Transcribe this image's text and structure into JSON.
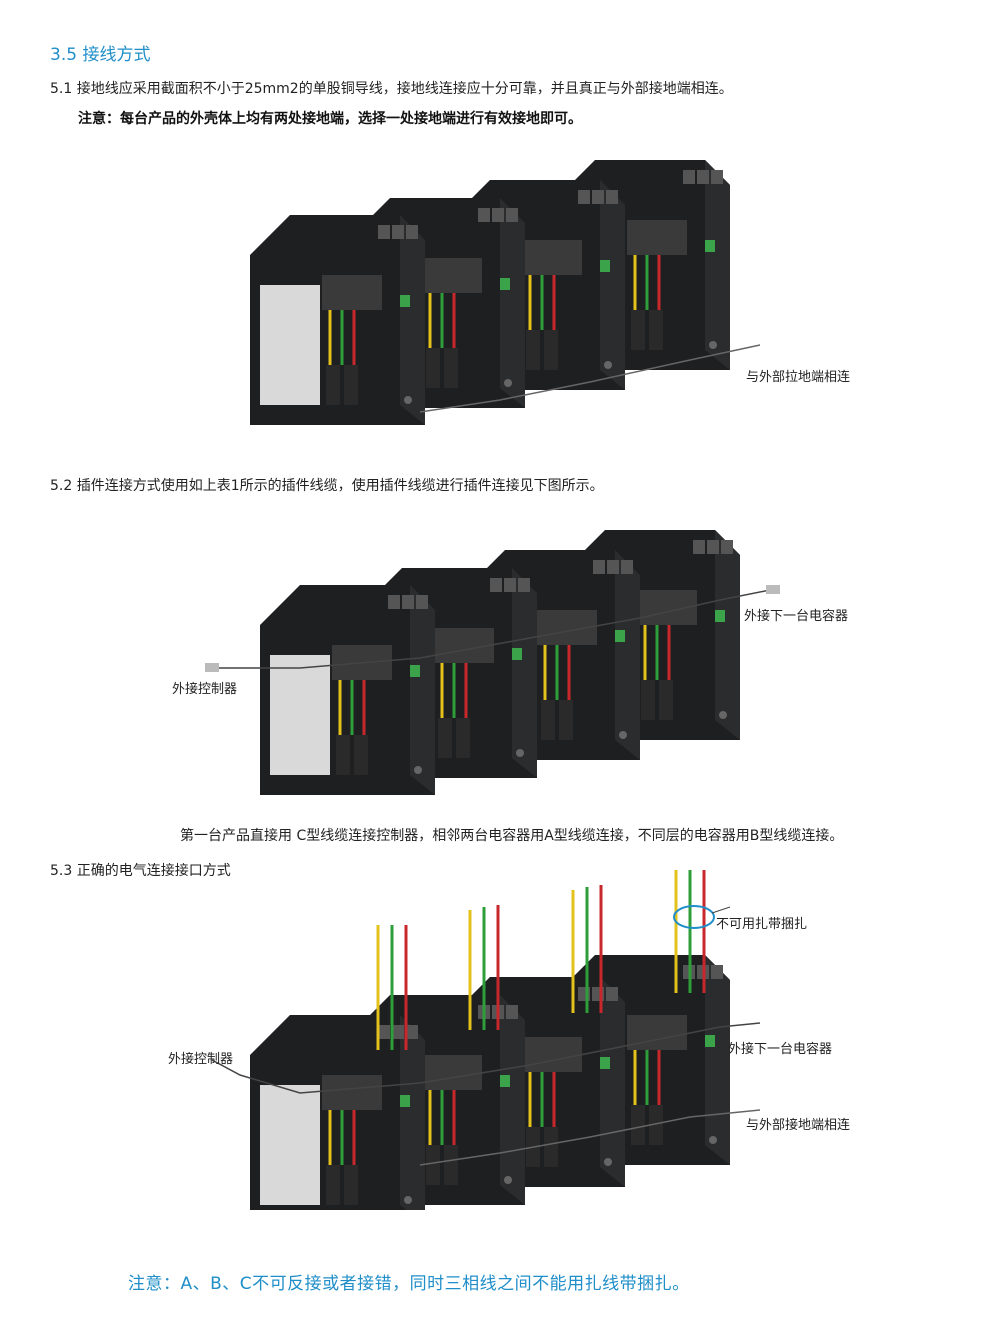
{
  "section": {
    "title": "3.5 接线方式"
  },
  "s51": {
    "text": "5.1 接地线应采用截面积不小于25mm2的单股铜导线，接地线连接应十分可靠，并且真正与外部接地端相连。",
    "note": "注意：每台产品的外壳体上均有两处接地端，选择一处接地端进行有效接地即可。",
    "callout_ground": "与外部拉地端相连"
  },
  "s52": {
    "text": "5.2  插件连接方式使用如上表1所示的插件线缆，使用插件线缆进行插件连接见下图所示。",
    "callout_controller": "外接控制器",
    "callout_next": "外接下一台电容器",
    "caption": "第一台产品直接用 C型线缆连接控制器，相邻两台电容器用A型线缆连接，不同层的电容器用B型线缆连接。"
  },
  "s53": {
    "text": "5.3 正确的电气连接接口方式",
    "callout_controller": "外接控制器",
    "callout_no_tie": "不可用扎带捆扎",
    "callout_next": "外接下一台电容器",
    "callout_ground": "与外部接地端相连"
  },
  "footer": {
    "note": "注意：A、B、C不可反接或者接错，同时三相线之间不能用扎线带捆扎。"
  },
  "colors": {
    "accent": "#1f8ec9",
    "cabinet": "#1e1f21",
    "phase_yellow": "#e3c21b",
    "phase_green": "#2e9e3a",
    "phase_red": "#c8282b"
  }
}
